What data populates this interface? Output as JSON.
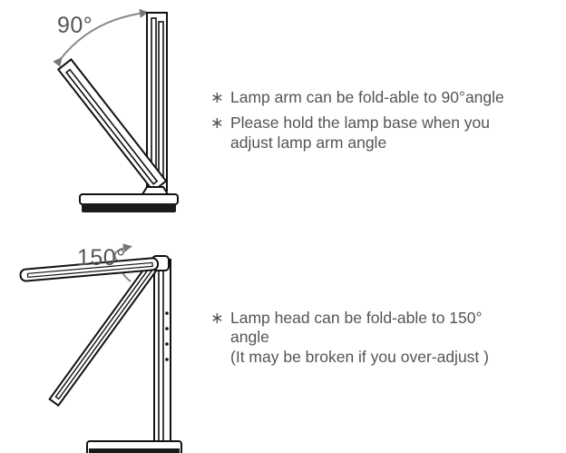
{
  "diagram1": {
    "angle_label": "90°",
    "notes": [
      {
        "mark": "∗",
        "lines": [
          "Lamp arm can be fold-able to 90°angle"
        ]
      },
      {
        "mark": "∗",
        "lines": [
          "Please hold the lamp base when you",
          "adjust lamp arm angle"
        ]
      }
    ]
  },
  "diagram2": {
    "angle_label": "150°",
    "note": {
      "mark": "∗",
      "lines": [
        "Lamp head can be fold-able to 150°",
        "angle",
        "(It may be broken if you over-adjust )"
      ]
    }
  }
}
